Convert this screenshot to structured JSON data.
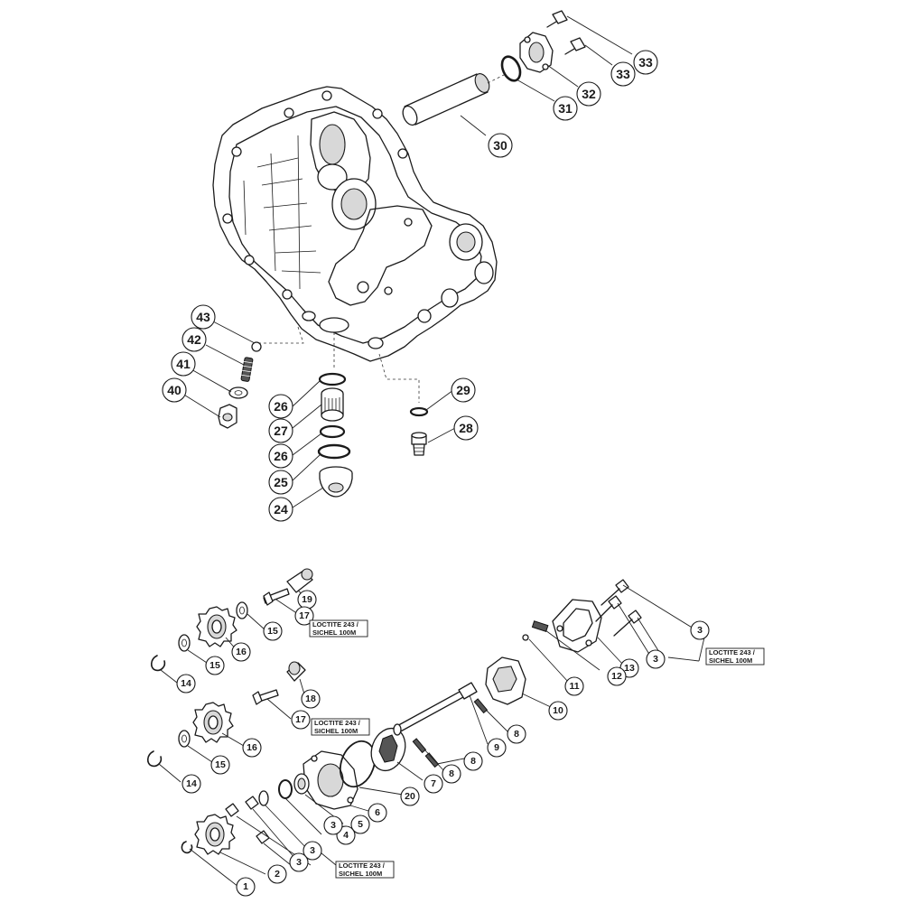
{
  "callouts_top": [
    "33",
    "33",
    "32",
    "31",
    "30",
    "43",
    "42",
    "41",
    "40",
    "26",
    "27",
    "26",
    "25",
    "24",
    "29",
    "28"
  ],
  "callouts_bottom": [
    "19",
    "17",
    "15",
    "16",
    "15",
    "14",
    "18",
    "17",
    "16",
    "15",
    "14",
    "3",
    "3",
    "13",
    "12",
    "11",
    "10",
    "8",
    "9",
    "8",
    "8",
    "7",
    "20",
    "6",
    "5",
    "4",
    "3",
    "3",
    "3",
    "2",
    "1"
  ],
  "notes": [
    {
      "line1": "LOCTITE 243 /",
      "line2": "SICHEL 100M"
    },
    {
      "line1": "LOCTITE 243 /",
      "line2": "SICHEL 100M"
    },
    {
      "line1": "LOCTITE 243 /",
      "line2": "SICHEL 100M"
    },
    {
      "line1": "LOCTITE 243 /",
      "line2": "SICHEL 100M"
    }
  ]
}
